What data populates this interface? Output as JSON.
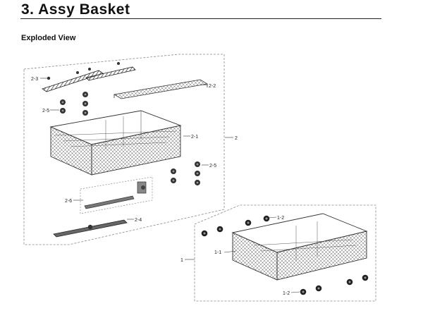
{
  "header": {
    "title": "3.  Assy Basket",
    "subtitle": "Exploded View"
  },
  "callouts": {
    "p2_3": "2-3",
    "p2_2": "2-2",
    "p2_5a": "2-5",
    "p2_1": "2-1",
    "p2": "2",
    "p2_5b": "2-5",
    "p2_6": "2-6",
    "p2_4": "2-4",
    "p1": "1",
    "p1_1": "1-1",
    "p1_2a": "1-2",
    "p1_2b": "1-2"
  },
  "colors": {
    "line": "#333333",
    "dash": "#777777",
    "part_dark": "#222222",
    "part_mid": "#555555",
    "part_light": "#9a9a9a"
  }
}
